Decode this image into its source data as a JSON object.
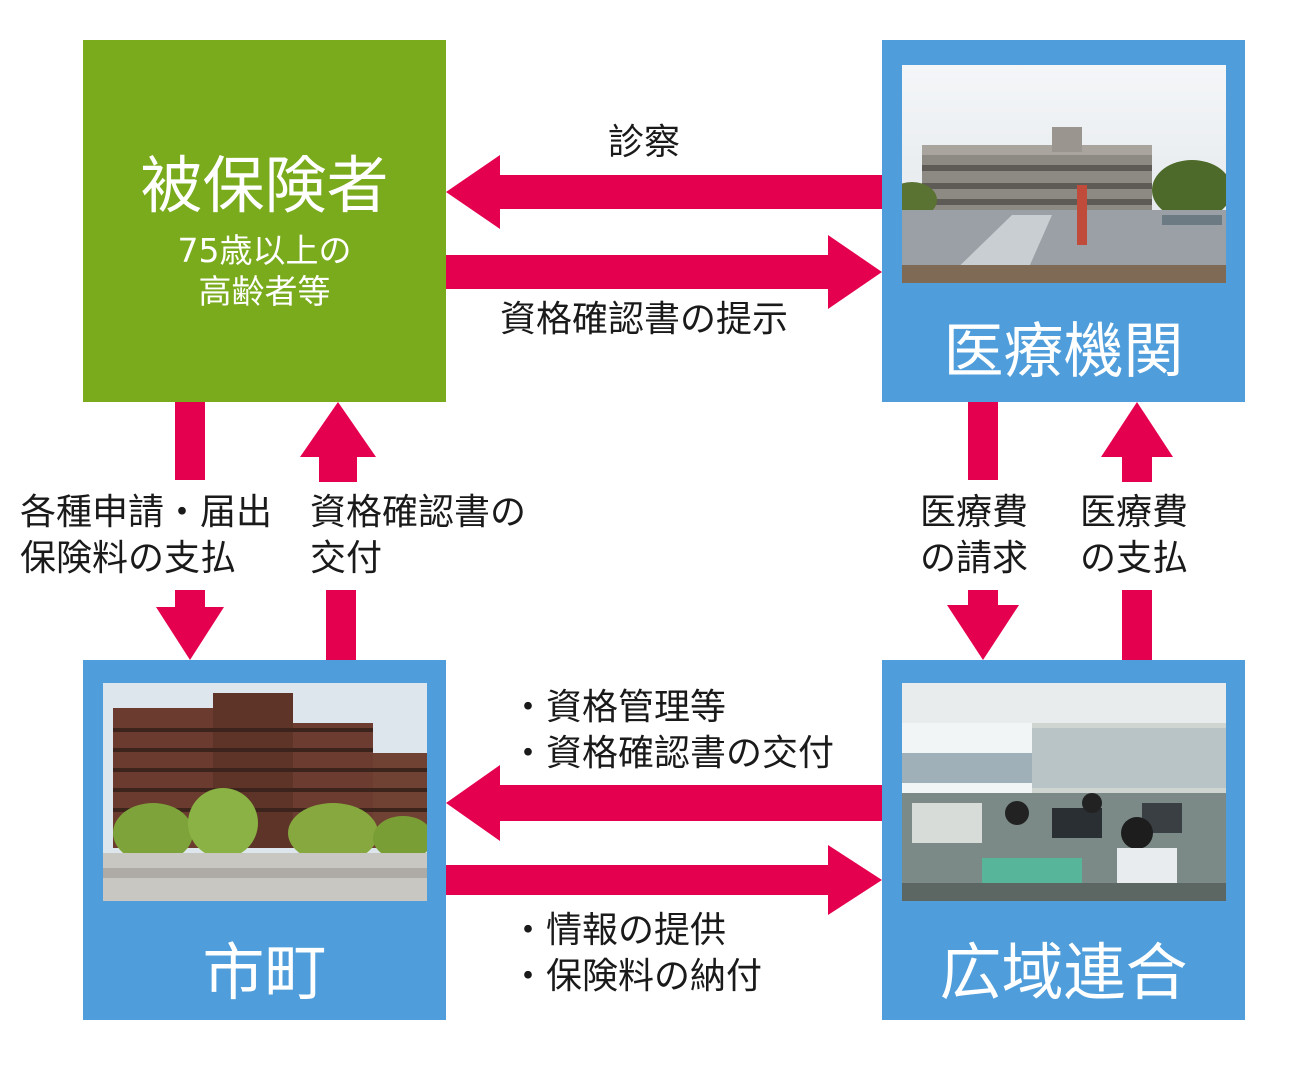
{
  "nodes": {
    "insured": {
      "title": "被保険者",
      "subtitle_lines": [
        "75歳以上の",
        "高齢者等"
      ]
    },
    "medical": {
      "title": "医療機関"
    },
    "city": {
      "title": "市町"
    },
    "union": {
      "title": "広域連合"
    }
  },
  "edges": {
    "diagnosis": {
      "label": "診察"
    },
    "present_cert": {
      "label": "資格確認書の提示"
    },
    "apply_pay": {
      "lines": [
        "各種申請・届出",
        "保険料の支払"
      ]
    },
    "issue_cert": {
      "lines": [
        "資格確認書の",
        "交付"
      ]
    },
    "cost_claim": {
      "lines": [
        "医療費",
        "の請求"
      ]
    },
    "cost_pay": {
      "lines": [
        "医療費",
        "の支払"
      ]
    },
    "union_to_city": {
      "lines": [
        "・資格管理等",
        "・資格確認書の交付"
      ]
    },
    "city_to_union": {
      "lines": [
        "・情報の提供",
        "・保険料の納付"
      ]
    }
  },
  "colors": {
    "green": "#7aab1c",
    "blue": "#4f9edb",
    "arrow": "#e5004f"
  }
}
